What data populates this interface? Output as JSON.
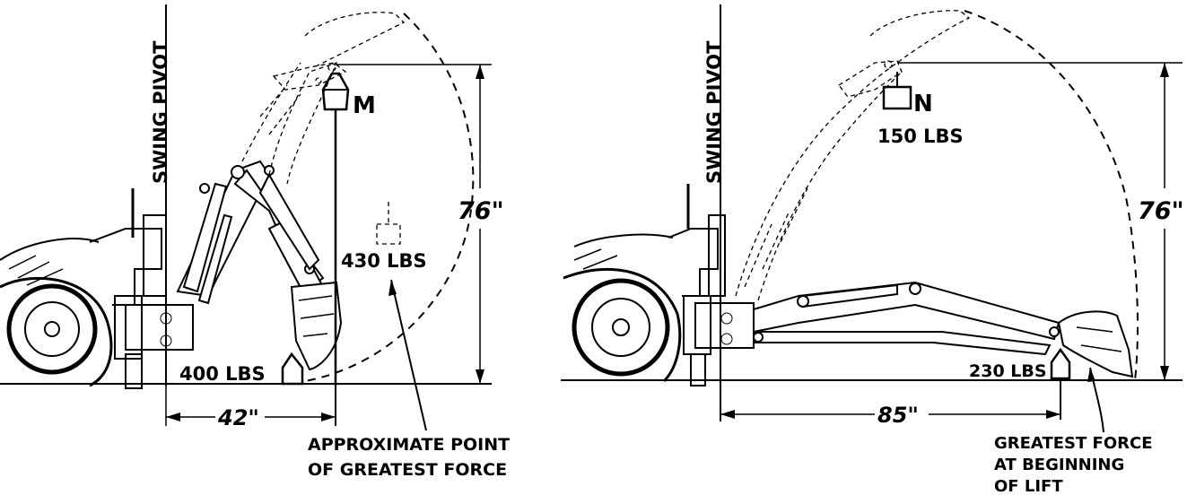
{
  "left_diagram": {
    "pivot_label": "SWING PIVOT",
    "top_weight_label": "M",
    "height_dim": "76\"",
    "mid_weight_label": "430 LBS",
    "bottom_weight_label": "400 LBS",
    "reach_dim": "42\"",
    "note_line1": "APPROXIMATE POINT",
    "note_line2": "OF GREATEST FORCE"
  },
  "right_diagram": {
    "pivot_label": "SWING PIVOT",
    "top_weight_label": "N",
    "top_weight_value": "150 LBS",
    "height_dim": "76\"",
    "bottom_weight_label": "230 LBS",
    "reach_dim": "85\"",
    "note_line1": "GREATEST FORCE",
    "note_line2": "AT BEGINNING",
    "note_line3": "OF LIFT"
  },
  "colors": {
    "ink": "#000000",
    "paper": "#ffffff"
  }
}
